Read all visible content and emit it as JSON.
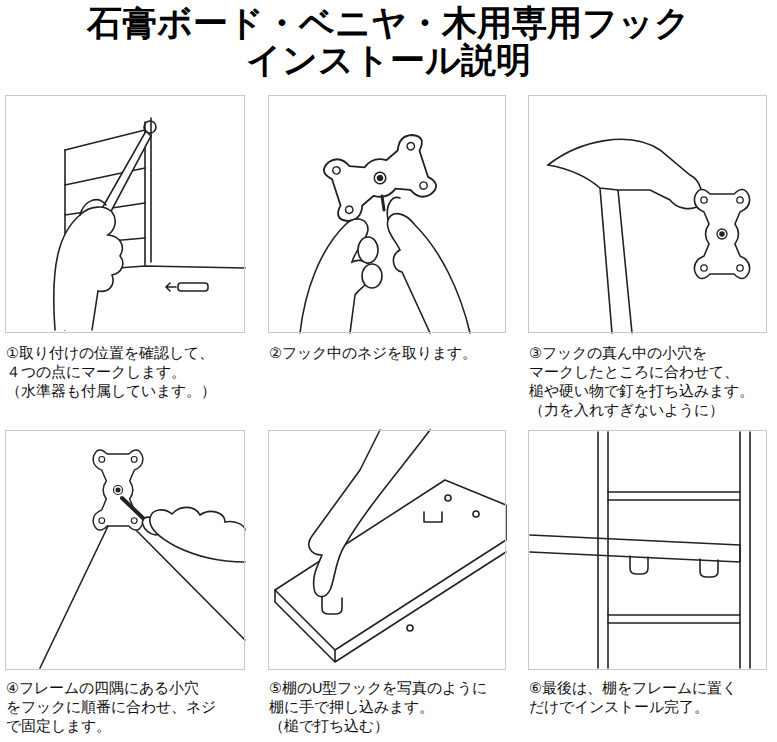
{
  "diagram": {
    "title": "石膏ボード・ベニヤ・木用専用フック インストール説明",
    "nodes": [
      {
        "text": [
          "①取り付けの位置を確認して、 ４つの点にマークします。",
          "（水準器も付属しています。）"
        ]
      },
      {
        "text": [
          "②フック中のネジを取ります。"
        ]
      },
      {
        "text": [
          "③フックの真ん中の小穴を マークしたところに合わせて、 槌や硬い物で釘を打ち込みます。",
          "（力を入れすぎないように）"
        ]
      },
      {
        "text": [
          "④フレームの四隅にある小穴 をフックに順番に合わせ、ネジ で固定します。"
        ]
      },
      {
        "text": [
          "⑤棚のU型フックを写真のように 棚に手で押し込みます。",
          "（槌で打ち込む）"
        ]
      },
      {
        "text": [
          "⑥最後は、棚をフレームに置く だけでインストール完了。"
        ]
      }
    ]
  }
}
